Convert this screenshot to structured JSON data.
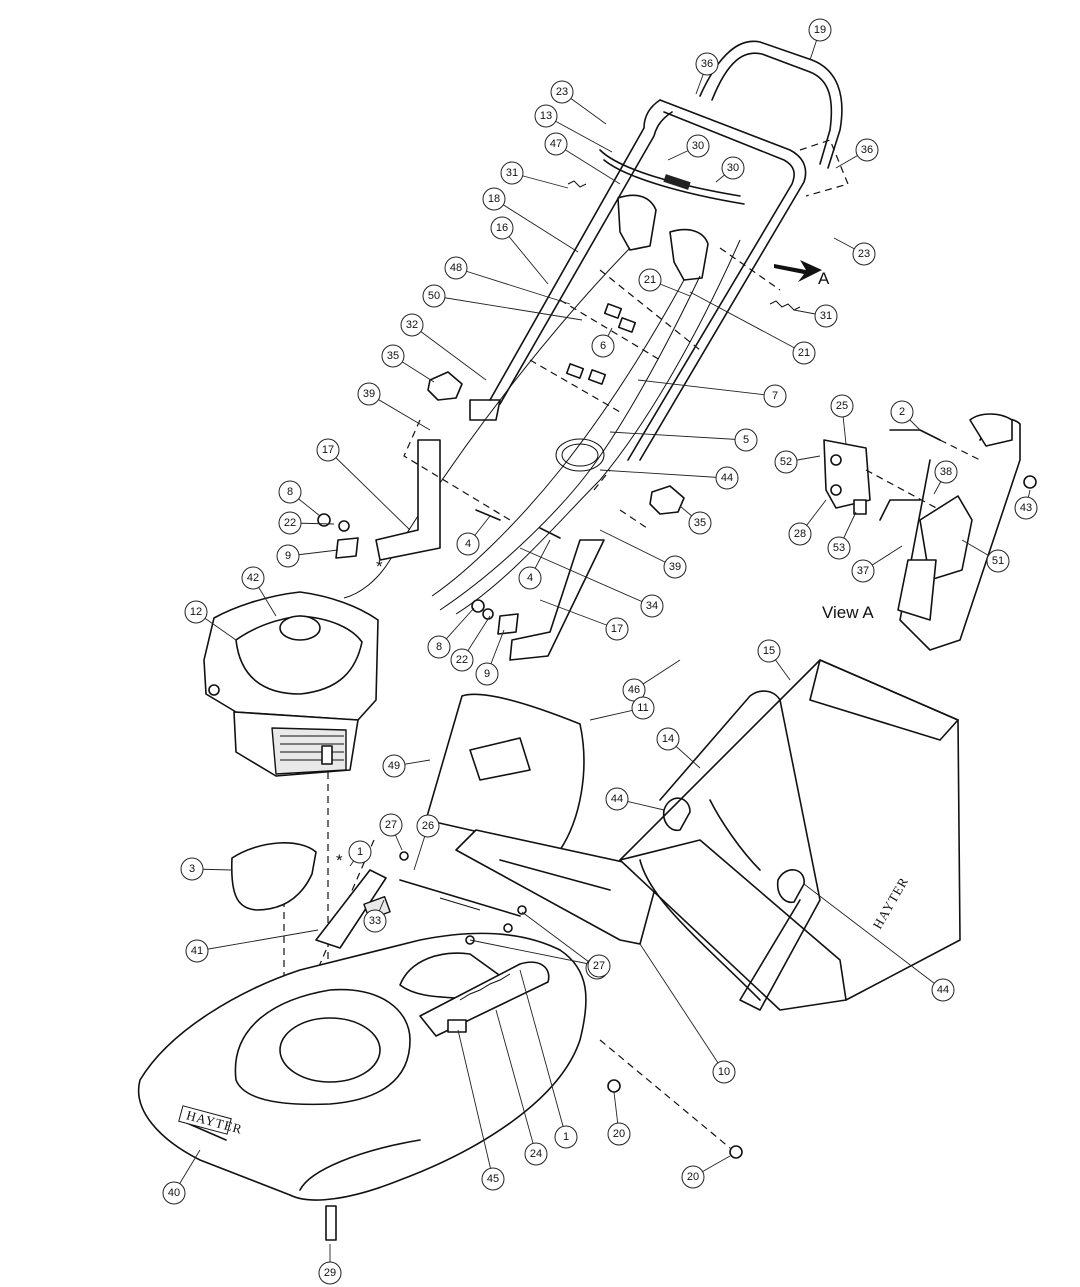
{
  "diagram": {
    "view_label": "View A",
    "arrow_label": "A",
    "asterisk": "*",
    "brand": "HAYTER",
    "callouts": [
      "19",
      "36",
      "23",
      "13",
      "30",
      "47",
      "30",
      "36",
      "31",
      "18",
      "23",
      "16",
      "21",
      "48",
      "50",
      "21",
      "31",
      "32",
      "6",
      "35",
      "7",
      "39",
      "25",
      "2",
      "5",
      "52",
      "38",
      "17",
      "44",
      "8",
      "35",
      "43",
      "22",
      "28",
      "53",
      "4",
      "37",
      "51",
      "9",
      "4",
      "39",
      "34",
      "42",
      "12",
      "17",
      "8",
      "22",
      "9",
      "15",
      "46",
      "11",
      "14",
      "49",
      "44",
      "27",
      "26",
      "1",
      "3",
      "33",
      "27",
      "41",
      "27",
      "44",
      "10",
      "20",
      "1",
      "24",
      "40",
      "45",
      "20",
      "29"
    ]
  }
}
